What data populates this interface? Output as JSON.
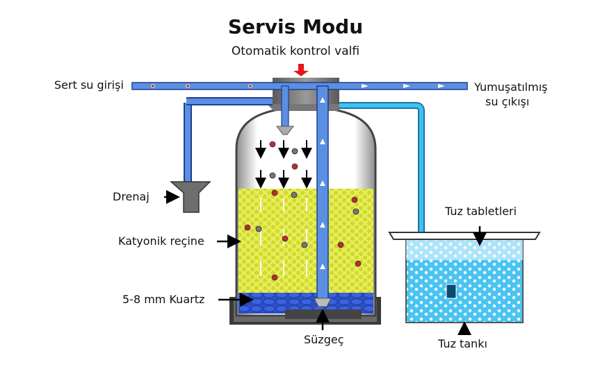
{
  "title": "Servis Modu",
  "subtitle": "Otomatik kontrol valfi",
  "labels": {
    "hard_water_inlet": "Sert su girişi",
    "softened_outlet_line1": "Yumuşatılmış",
    "softened_outlet_line2": "su çıkışı",
    "drain": "Drenaj",
    "cation_resin": "Katyonik reçine",
    "quartz": "5-8 mm Kuartz",
    "strainer": "Süzgeç",
    "salt_tablets": "Tuz tabletleri",
    "salt_tank": "Tuz tankı"
  },
  "colors": {
    "pipe_blue": "#5b8fe3",
    "pipe_outline": "#1f3f8a",
    "brine_blue": "#3ec3ec",
    "resin_yellow": "#e6ec52",
    "valve_grey": "#6e6e6e",
    "arrow_red": "#e8141b"
  }
}
